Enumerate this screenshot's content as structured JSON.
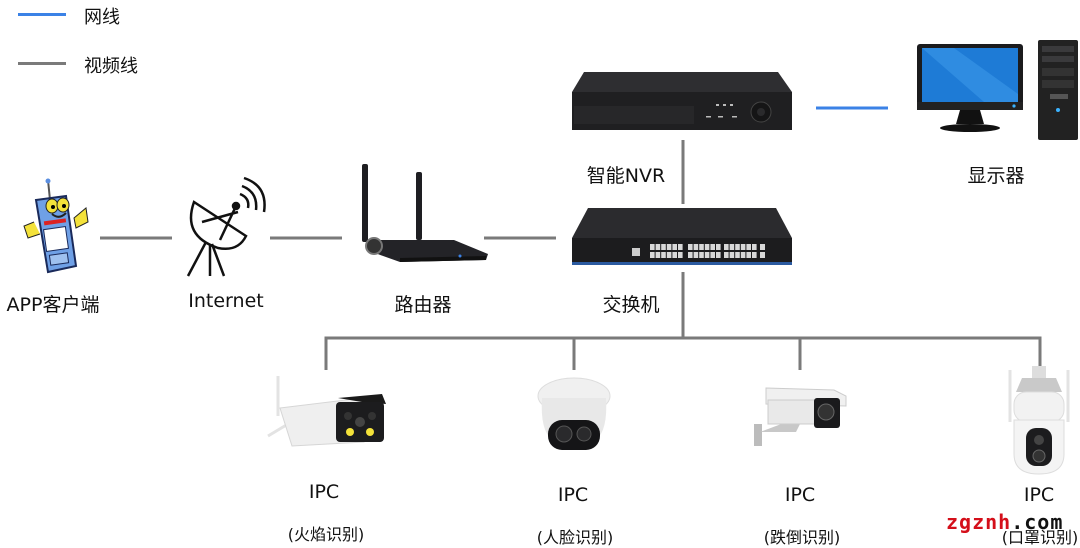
{
  "legend": {
    "items": [
      {
        "label": "网线",
        "color": "#3b82e6"
      },
      {
        "label": "视频线",
        "color": "#7a7a7a"
      }
    ]
  },
  "nodes": {
    "app": {
      "label": "APP客户端"
    },
    "internet": {
      "label": "Internet"
    },
    "router": {
      "label": "路由器"
    },
    "switch": {
      "label": "交换机"
    },
    "nvr": {
      "label": "智能NVR"
    },
    "display": {
      "label": "显示器"
    }
  },
  "cameras": [
    {
      "label": "IPC",
      "function": "(火焰识别)"
    },
    {
      "label": "IPC",
      "function": "(人脸识别)"
    },
    {
      "label": "IPC",
      "function": "(跌倒识别)"
    },
    {
      "label": "IPC",
      "function": "(口罩识别)"
    }
  ],
  "watermark": {
    "part1": "zgznh",
    "part2": ".com"
  }
}
